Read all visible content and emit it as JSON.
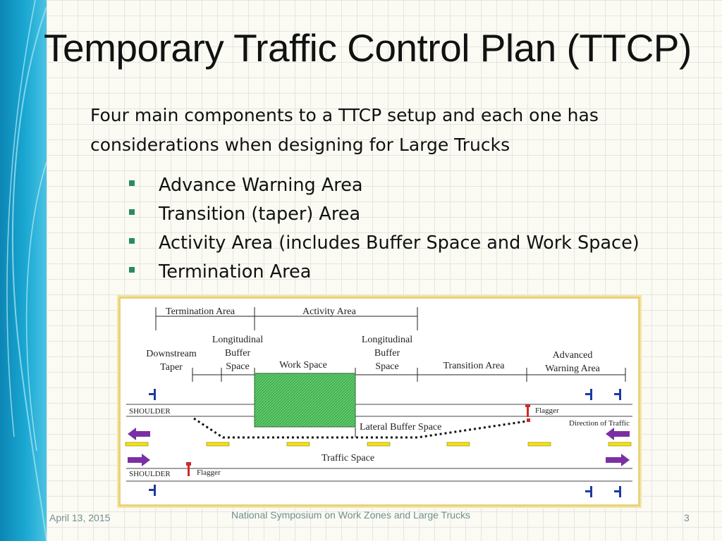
{
  "slide": {
    "title": "Temporary Traffic Control Plan (TTCP)",
    "intro_line1": "Four main components to a TTCP setup and each one has",
    "intro_line2": "considerations when designing for Large Trucks",
    "bullets": [
      "Advance Warning Area",
      "Transition (taper) Area",
      "Activity Area (includes Buffer Space and Work Space)",
      "Termination Area"
    ]
  },
  "diagram": {
    "termination_area": "Termination Area",
    "activity_area": "Activity Area",
    "downstream_taper_1": "Downstream",
    "downstream_taper_2": "Taper",
    "long_buffer_left_1": "Longitudinal",
    "long_buffer_left_2": "Buffer",
    "long_buffer_left_3": "Space",
    "work_space": "Work Space",
    "long_buffer_right_1": "Longitudinal",
    "long_buffer_right_2": "Buffer",
    "long_buffer_right_3": "Space",
    "transition_area": "Transition Area",
    "advance_warning_1": "Advanced",
    "advance_warning_2": "Warning Area",
    "shoulder_top": "SHOULDER",
    "shoulder_bottom": "SHOULDER",
    "flagger_top": "Flagger",
    "flagger_bottom": "Flagger",
    "lateral_buffer": "Lateral Buffer Space",
    "direction_of_traffic": "Direction of Traffic",
    "traffic_space": "Traffic Space"
  },
  "footer": {
    "date": "April 13, 2015",
    "event": "National Symposium on Work Zones and Large Trucks",
    "page": "3"
  },
  "colors": {
    "bullet": "#2a8b5c",
    "work_space_fill": "#5fcc6a",
    "arrow_purple": "#7b2fa5",
    "lane_marking": "#f2e312",
    "flagger_red": "#cc2a2a",
    "footer_text": "#6f8f8f",
    "side_band": "#1aa0c9"
  }
}
